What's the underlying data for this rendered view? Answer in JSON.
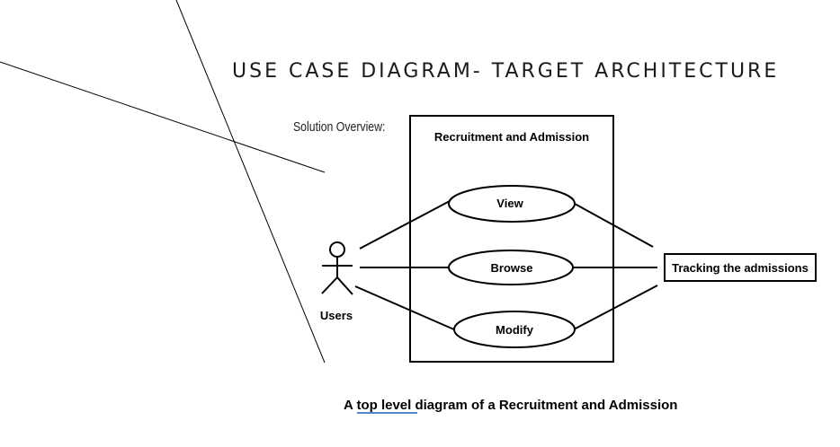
{
  "slide": {
    "title": "USE CASE DIAGRAM- TARGET ARCHITECTURE",
    "solution_overview_label": "Solution Overview:"
  },
  "diagram": {
    "system_boundary_title": "Recruitment and Admission",
    "actor": {
      "label": "Users",
      "icon": "stick-figure-icon"
    },
    "use_cases": [
      {
        "label": "View"
      },
      {
        "label": "Browse"
      },
      {
        "label": "Modify"
      }
    ],
    "external_system": {
      "label": "Tracking the admissions"
    }
  },
  "caption": {
    "prefix": "A ",
    "link_text": "top level",
    "suffix": " diagram of a Recruitment and Admission"
  },
  "colors": {
    "ink": "#000000",
    "link_underline": "#1f5fbf"
  }
}
